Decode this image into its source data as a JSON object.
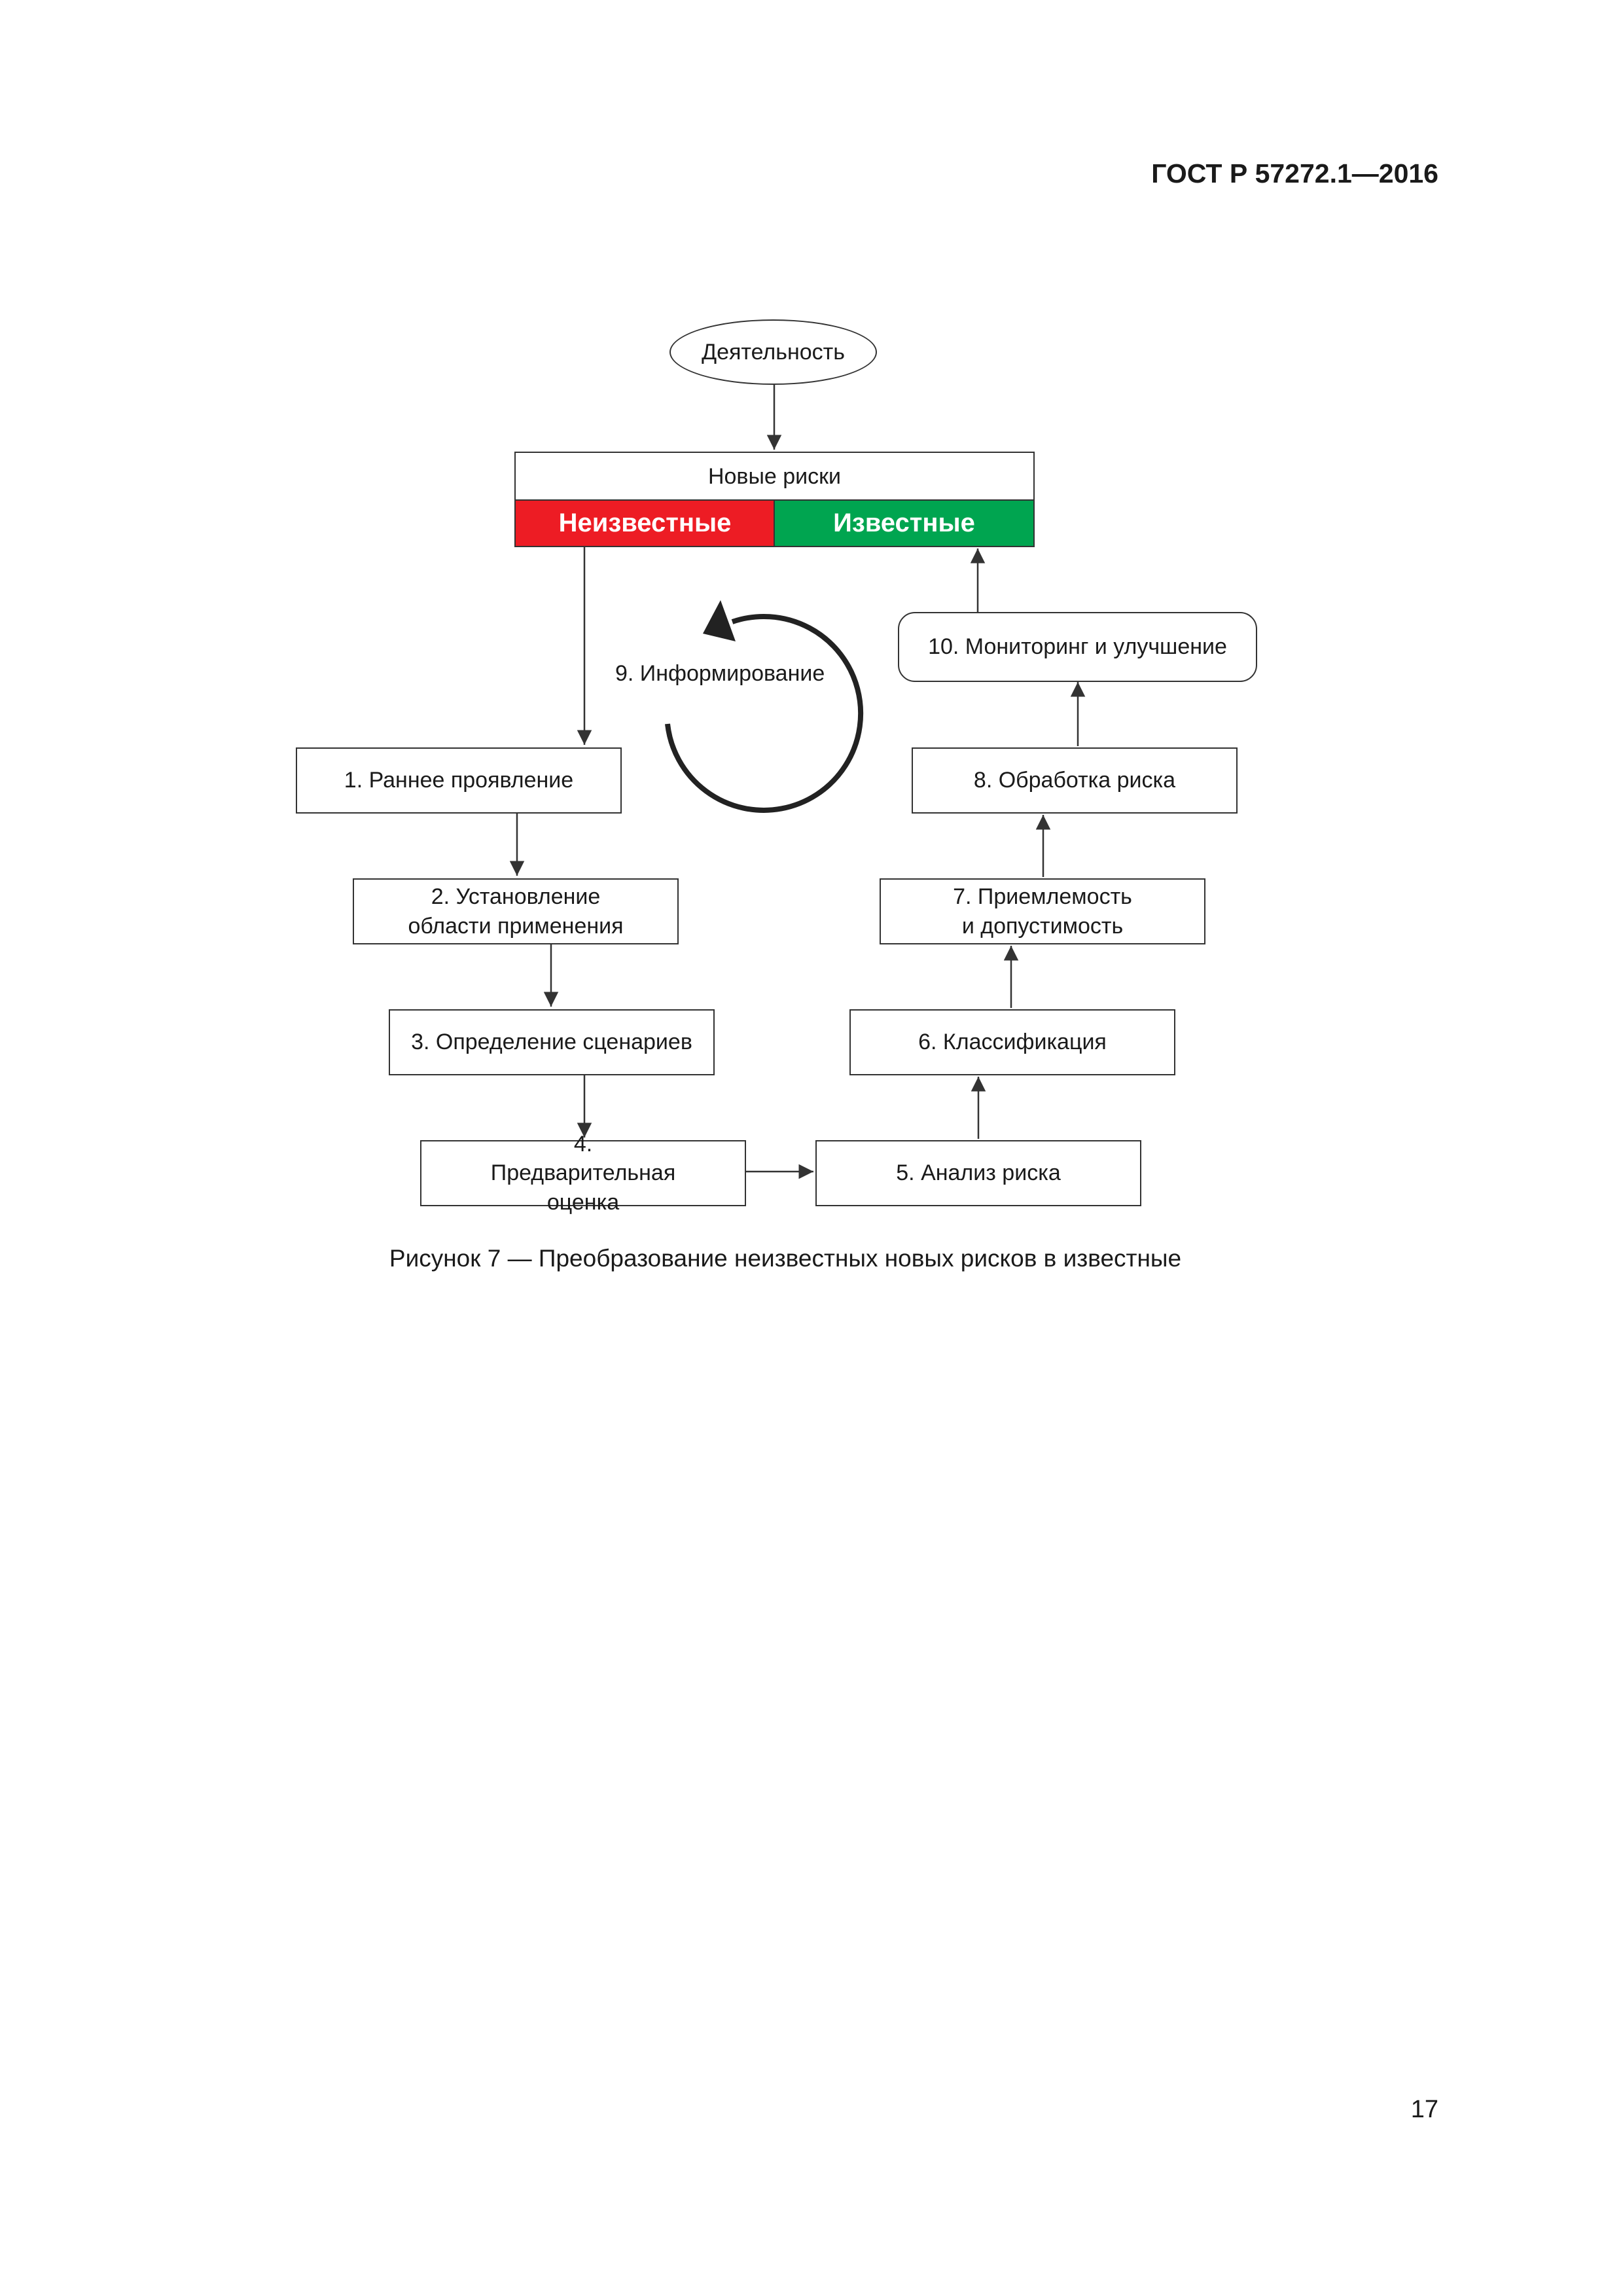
{
  "header": {
    "standard_id": "ГОСТ Р 57272.1—2016"
  },
  "diagram": {
    "activity": "Деятельность",
    "new_risks": "Новые риски",
    "unknown": "Неизвестные",
    "known": "Известные",
    "colors": {
      "unknown": "#ed1c24",
      "known": "#00a550",
      "line": "#333333"
    },
    "steps": {
      "s1": "1. Раннее проявление",
      "s2": "2. Установление области применения",
      "s3": "3. Определение сценариев",
      "s4": "4. Предварительная оценка",
      "s5": "5. Анализ риска",
      "s6": "6. Классификация",
      "s7": "7. Приемлемость и допустимость",
      "s8": "8. Обработка риска",
      "s9": "9. Информирование",
      "s10": "10. Мониторинг и улучшение"
    }
  },
  "caption": "Рисунок 7 — Преобразование неизвестных новых рисков в известные",
  "page_number": "17"
}
